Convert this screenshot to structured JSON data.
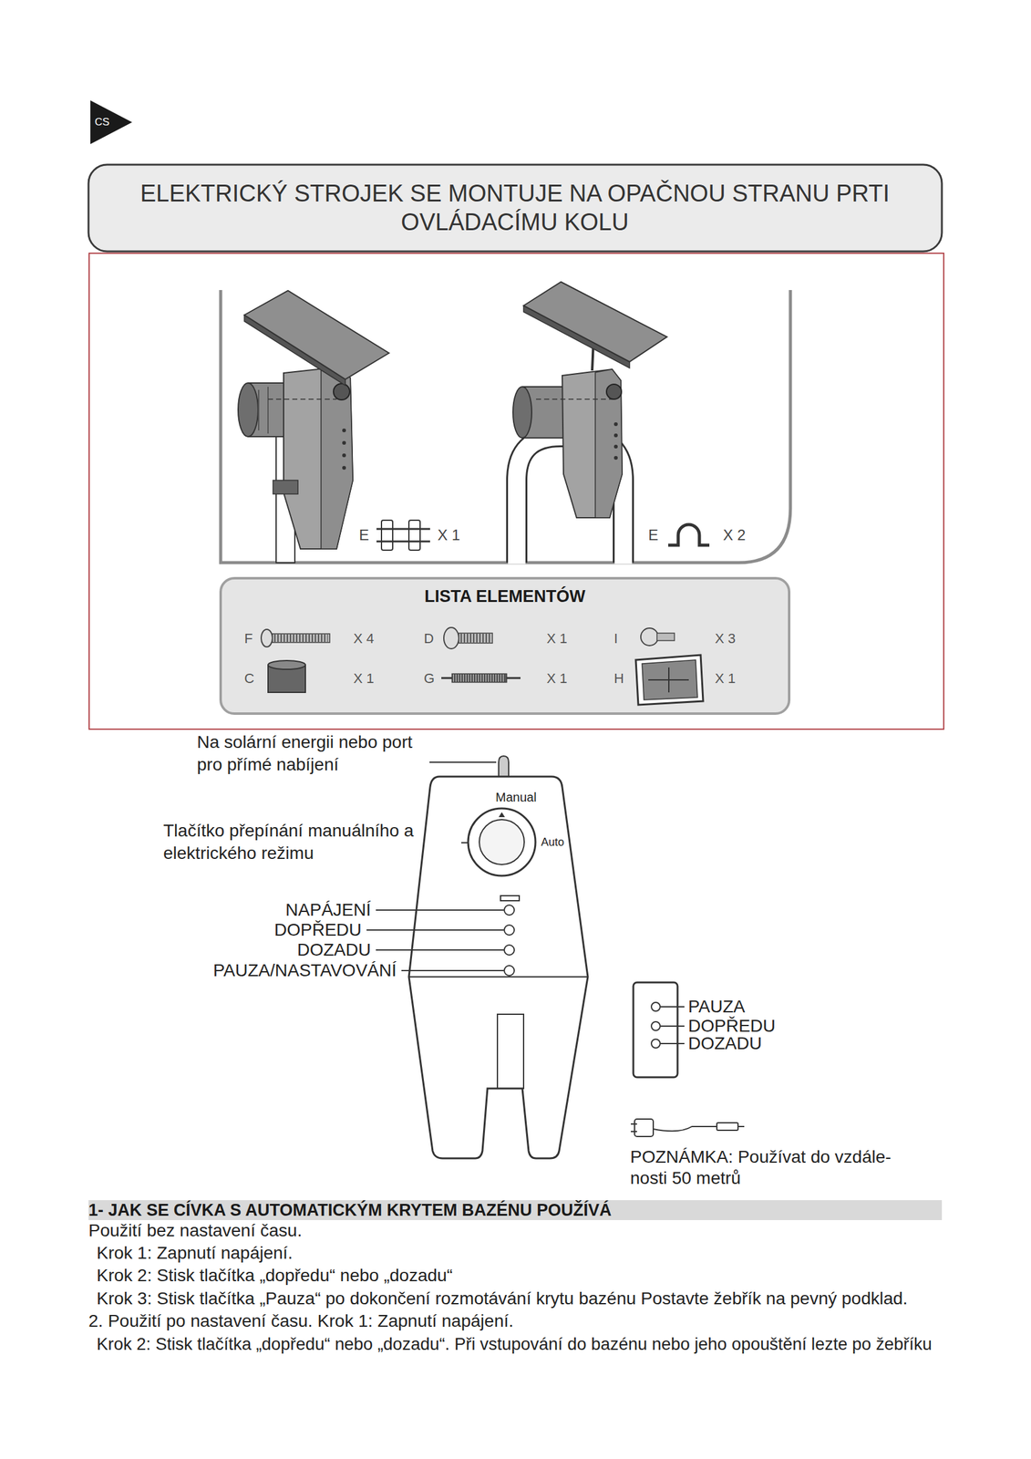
{
  "diagram": {
    "title": "ELEKTRICKÝ STROJEK SE MONTUJE NA OPAČNOU STRANU PRTI OVLÁDACÍMU KOLU",
    "nodes": [
      {
        "text": [
          "LISTA ELEMENTÓW"
        ]
      },
      {
        "text": [
          "1- JAK SE CÍVKA S AUTOMATICKÝM KRYTEM BAZÉNU POUŽÍVÁ"
        ]
      }
    ],
    "labels": [
      "CS",
      "E",
      "X 1",
      "E",
      "X 2",
      "F",
      "X 4",
      "D",
      "X 1",
      "I",
      "X 3",
      "C",
      "X 1",
      "G",
      "X 1",
      "H",
      "X 1",
      "Na solární energii nebo port pro přímé nabíjení",
      "Manual",
      "Auto",
      "Tlačítko přepínání manuálního a elektrického režimu",
      "NAPÁJENÍ",
      "DOPŘEDU",
      "DOZADU",
      "PAUZA/NASTAVOVÁNÍ",
      "PAUZA",
      "DOPŘEDU",
      "DOZADU",
      "POZNÁMKA: Používat do vzdále- nosti 50 metrů",
      "Použití bez nastavení času.",
      "Krok 1: Zapnutí napájení.",
      "Krok 2: Stisk tlačítka „dopředu“ nebo „dozadu“",
      "Krok 3: Stisk tlačítka „Pauza“ po dokončení rozmotávání krytu bazénu Postavte žebřík na pevný podklad.",
      "2. Použití po nastavení času. Krok 1: Zapnutí napájení.",
      "Krok 2: Stisk tlačítka „dopředu“ nebo „dozadu“. Při vstupování do bazénu nebo jeho opouštění lezte po žebříku"
    ]
  }
}
